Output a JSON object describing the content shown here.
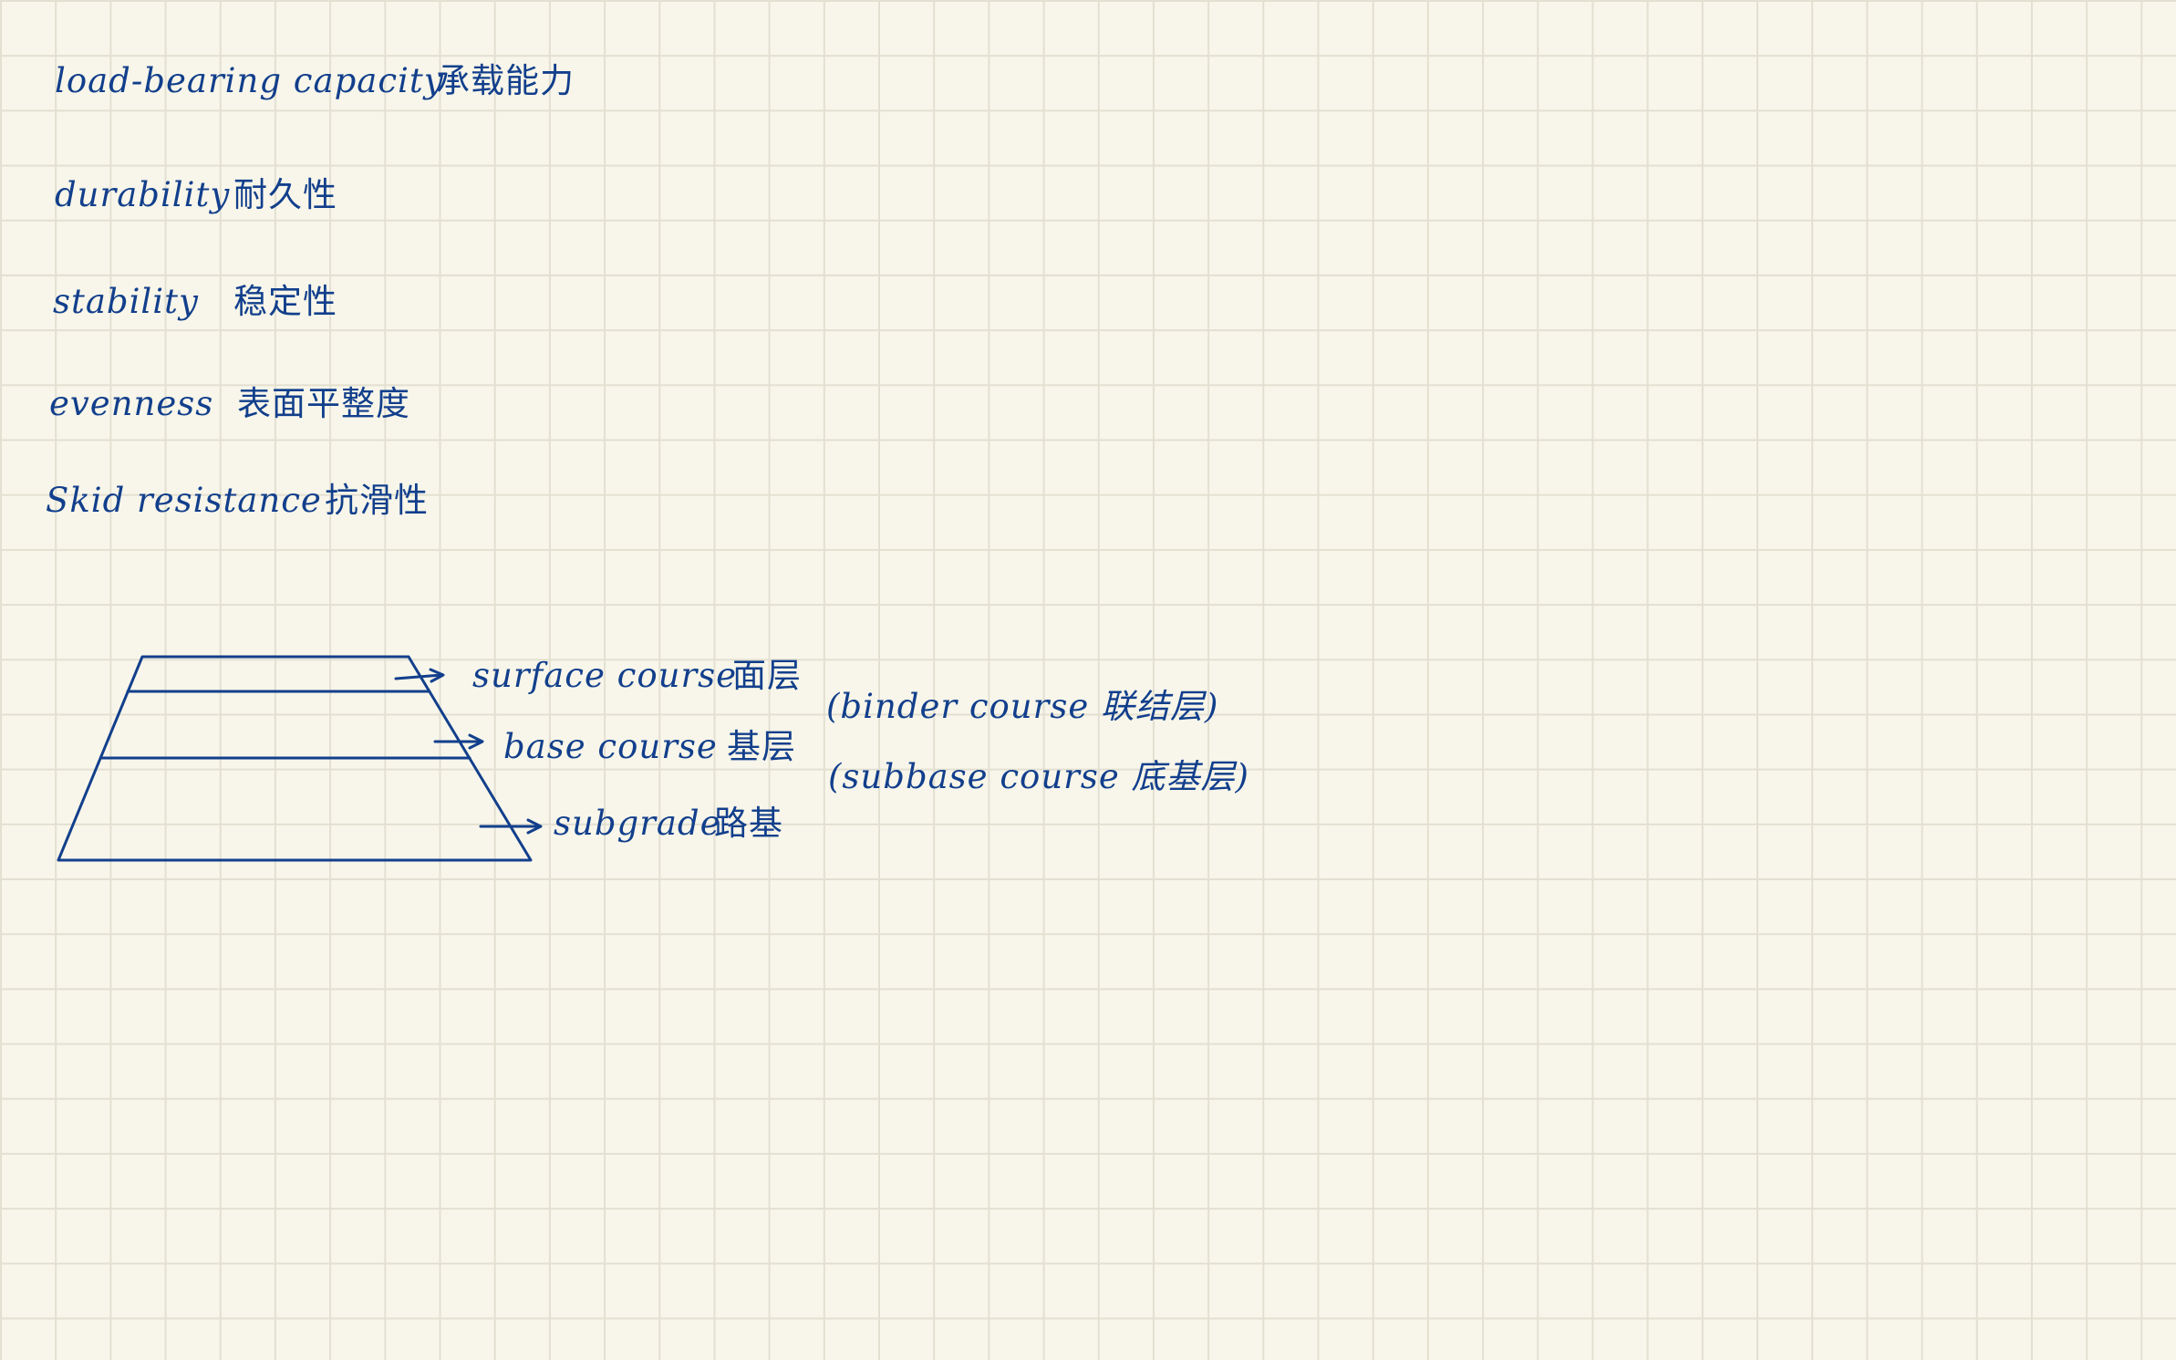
{
  "notes": [
    {
      "term": "load-bearing capacity",
      "translation": "承载能力"
    },
    {
      "term": "durability",
      "translation": "耐久性"
    },
    {
      "term": "stability",
      "translation": "稳定性"
    },
    {
      "term": "evenness",
      "translation": "表面平整度"
    },
    {
      "term": "Skid resistance",
      "translation": "抗滑性"
    }
  ],
  "diagram": {
    "layers": [
      {
        "term": "surface course",
        "translation": "面层",
        "note": "(binder course 联结层)"
      },
      {
        "term": "base course",
        "translation": "基层",
        "note": "(subbase course 底基层)"
      },
      {
        "term": "subgrade",
        "translation": "路基"
      }
    ]
  },
  "colors": {
    "ink": "#123f8c",
    "paper": "#f8f6ea",
    "grid": "#e3e0d2"
  }
}
